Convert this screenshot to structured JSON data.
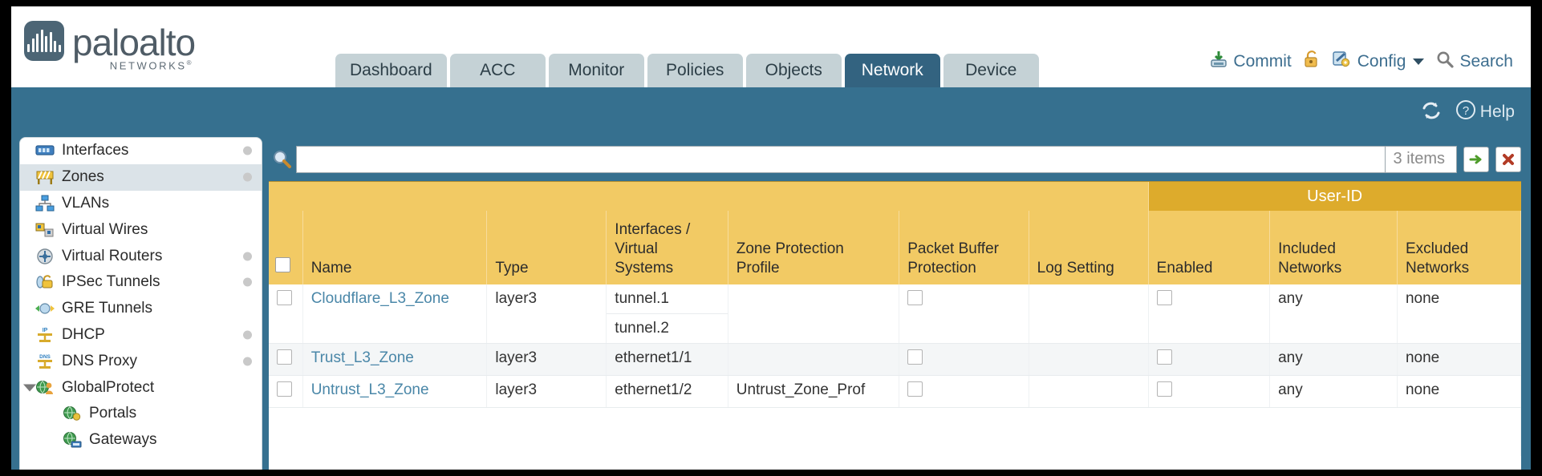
{
  "brand": {
    "name": "paloalto",
    "tagline": "NETWORKS",
    "registered": "®"
  },
  "header": {
    "tabs": [
      {
        "label": "Dashboard",
        "active": false
      },
      {
        "label": "ACC",
        "active": false
      },
      {
        "label": "Monitor",
        "active": false
      },
      {
        "label": "Policies",
        "active": false
      },
      {
        "label": "Objects",
        "active": false
      },
      {
        "label": "Network",
        "active": true
      },
      {
        "label": "Device",
        "active": false
      }
    ],
    "actions": [
      {
        "label": "Commit",
        "icon": "commit-icon"
      },
      {
        "label": "",
        "icon": "lock-icon"
      },
      {
        "label": "Config",
        "icon": "config-icon",
        "caret": true
      },
      {
        "label": "Search",
        "icon": "search-icon"
      }
    ]
  },
  "band": {
    "refresh_icon": "refresh-icon",
    "help_label": "Help",
    "help_icon": "help-icon"
  },
  "sidebar": {
    "items": [
      {
        "label": "Interfaces",
        "icon": "interfaces-icon",
        "selected": false,
        "dot": true,
        "child": false,
        "expander": false
      },
      {
        "label": "Zones",
        "icon": "zones-icon",
        "selected": true,
        "dot": true,
        "child": false,
        "expander": false
      },
      {
        "label": "VLANs",
        "icon": "vlans-icon",
        "selected": false,
        "dot": false,
        "child": false,
        "expander": false
      },
      {
        "label": "Virtual Wires",
        "icon": "virtual-wires-icon",
        "selected": false,
        "dot": false,
        "child": false,
        "expander": false
      },
      {
        "label": "Virtual Routers",
        "icon": "virtual-routers-icon",
        "selected": false,
        "dot": true,
        "child": false,
        "expander": false
      },
      {
        "label": "IPSec Tunnels",
        "icon": "ipsec-tunnels-icon",
        "selected": false,
        "dot": true,
        "child": false,
        "expander": false
      },
      {
        "label": "GRE Tunnels",
        "icon": "gre-tunnels-icon",
        "selected": false,
        "dot": false,
        "child": false,
        "expander": false
      },
      {
        "label": "DHCP",
        "icon": "dhcp-icon",
        "selected": false,
        "dot": true,
        "child": false,
        "expander": false
      },
      {
        "label": "DNS Proxy",
        "icon": "dns-proxy-icon",
        "selected": false,
        "dot": true,
        "child": false,
        "expander": false
      },
      {
        "label": "GlobalProtect",
        "icon": "globalprotect-icon",
        "selected": false,
        "dot": false,
        "child": false,
        "expander": true
      },
      {
        "label": "Portals",
        "icon": "portals-icon",
        "selected": false,
        "dot": false,
        "child": true,
        "expander": false
      },
      {
        "label": "Gateways",
        "icon": "gateways-icon",
        "selected": false,
        "dot": false,
        "child": true,
        "expander": false
      }
    ]
  },
  "search": {
    "value": "",
    "placeholder": "",
    "items_count": "3 items",
    "apply_icon": "apply-arrow-icon",
    "clear_icon": "clear-x-icon",
    "magnifier_icon": "magnifier-icon"
  },
  "table": {
    "group_header": "User-ID",
    "columns": [
      "Name",
      "Type",
      "Interfaces / Virtual Systems",
      "Zone Protection Profile",
      "Packet Buffer Protection",
      "Log Setting",
      "Enabled",
      "Included Networks",
      "Excluded Networks"
    ],
    "rows": [
      {
        "name": "Cloudflare_L3_Zone",
        "type": "layer3",
        "interfaces": [
          "tunnel.1",
          "tunnel.2"
        ],
        "zone_protection_profile": "",
        "packet_buffer_protection": false,
        "log_setting": "",
        "userid_enabled": false,
        "included_networks": "any",
        "excluded_networks": "none"
      },
      {
        "name": "Trust_L3_Zone",
        "type": "layer3",
        "interfaces": [
          "ethernet1/1"
        ],
        "zone_protection_profile": "",
        "packet_buffer_protection": false,
        "log_setting": "",
        "userid_enabled": false,
        "included_networks": "any",
        "excluded_networks": "none"
      },
      {
        "name": "Untrust_L3_Zone",
        "type": "layer3",
        "interfaces": [
          "ethernet1/2"
        ],
        "zone_protection_profile": "Untrust_Zone_Prof",
        "packet_buffer_protection": false,
        "log_setting": "",
        "userid_enabled": false,
        "included_networks": "any",
        "excluded_networks": "none"
      }
    ]
  },
  "colors": {
    "brand_blue": "#36708f",
    "tab_active": "#336380",
    "tab_inactive": "#c5d2d6",
    "header_gold": "#f2ca64",
    "group_gold": "#ddab2c",
    "link_blue": "#4a87a8"
  }
}
